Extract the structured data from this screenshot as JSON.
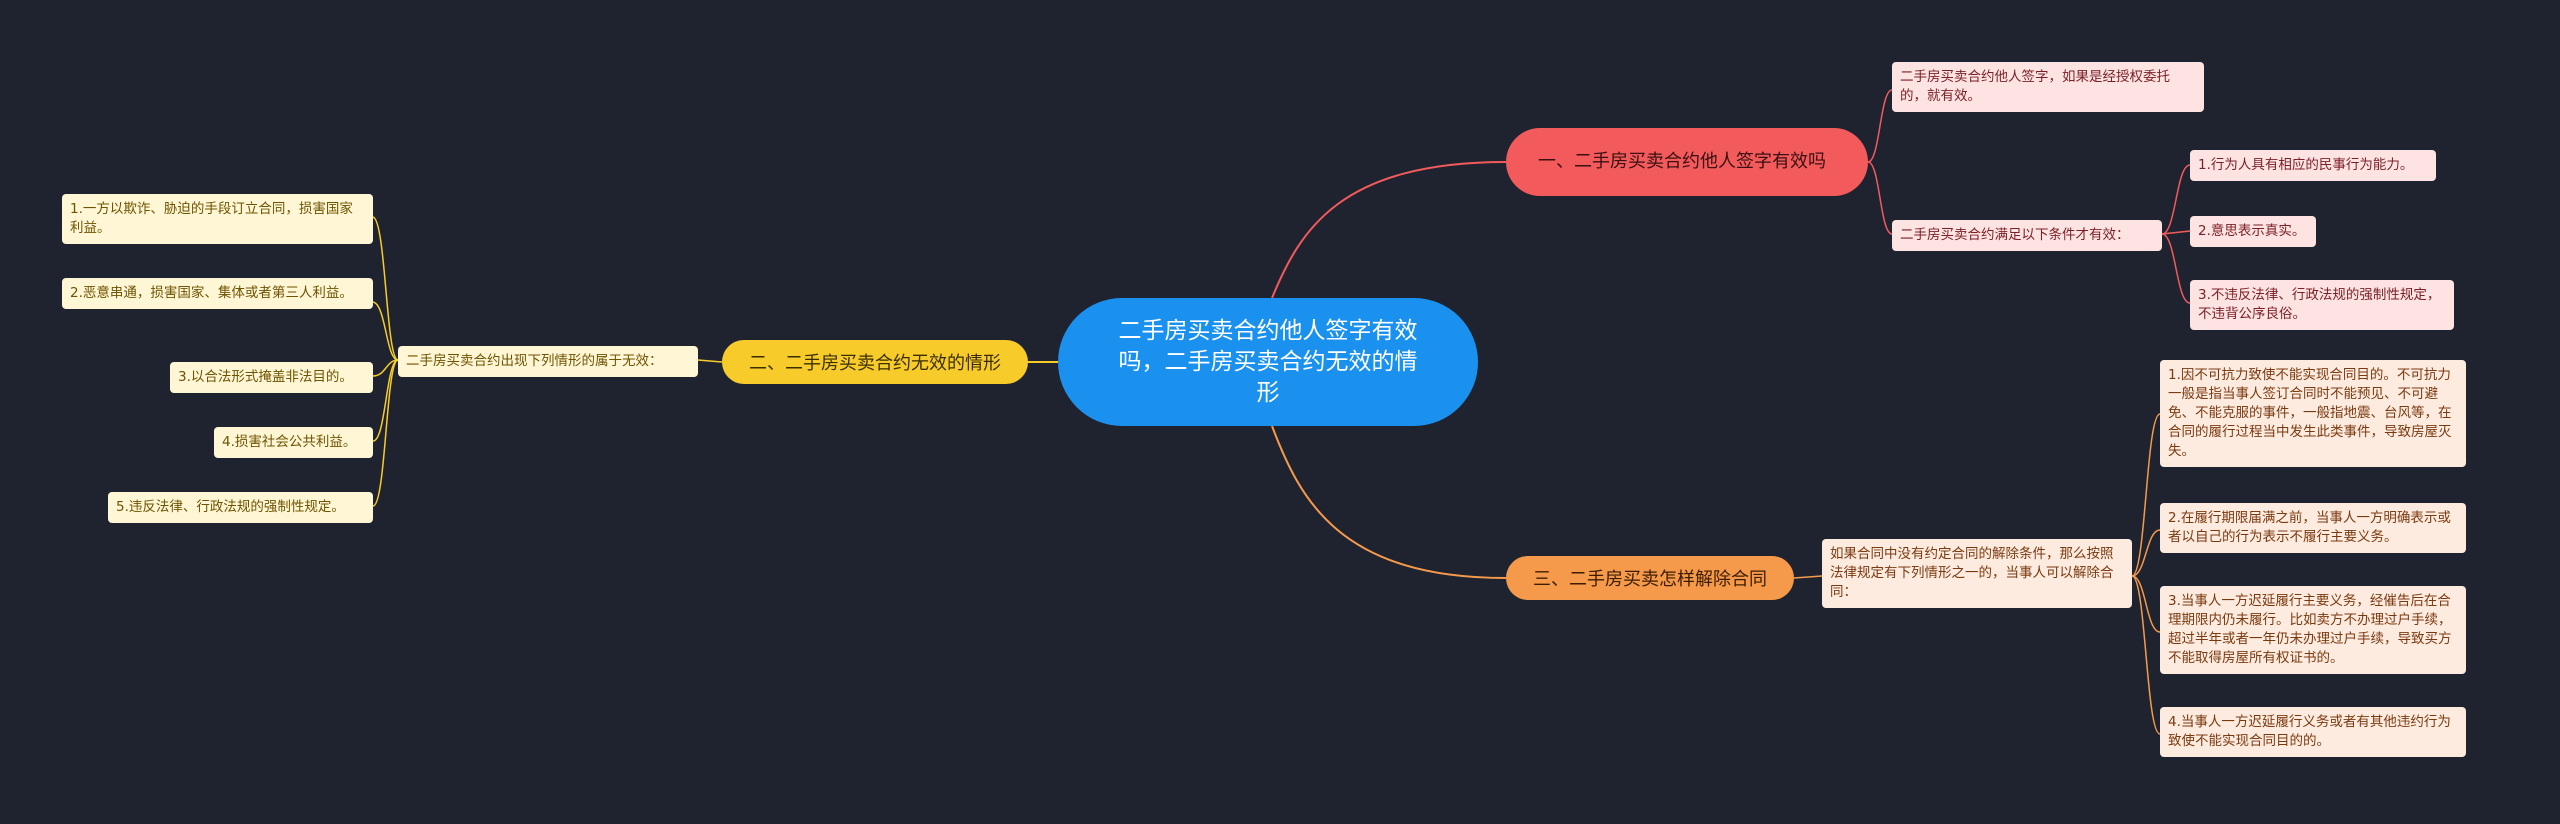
{
  "center": {
    "title": "二手房买卖合约他人签字有效吗，二手房买卖合约无效的情形"
  },
  "branch1": {
    "title": "一、二手房买卖合约他人签字有效吗",
    "child1": "二手房买卖合约他人签字，如果是经授权委托的，就有效。",
    "child2": "二手房买卖合约满足以下条件才有效：",
    "conditions": [
      "1.行为人具有相应的民事行为能力。",
      "2.意思表示真实。",
      "3.不违反法律、行政法规的强制性规定，不违背公序良俗。"
    ]
  },
  "branch2": {
    "title": "二、二手房买卖合约无效的情形",
    "child": "二手房买卖合约出现下列情形的属于无效：",
    "cases": [
      "1.一方以欺诈、胁迫的手段订立合同，损害国家利益。",
      "2.恶意串通，损害国家、集体或者第三人利益。",
      "3.以合法形式掩盖非法目的。",
      "4.损害社会公共利益。",
      "5.违反法律、行政法规的强制性规定。"
    ]
  },
  "branch3": {
    "title": "三、二手房买卖怎样解除合同",
    "child": "如果合同中没有约定合同的解除条件，那么按照法律规定有下列情形之一的，当事人可以解除合同：",
    "cases": [
      "1.因不可抗力致使不能实现合同目的。不可抗力一般是指当事人签订合同时不能预见、不可避免、不能克服的事件，一般指地震、台风等，在合同的履行过程当中发生此类事件，导致房屋灭失。",
      "2.在履行期限届满之前，当事人一方明确表示或者以自己的行为表示不履行主要义务。",
      "3.当事人一方迟延履行主要义务，经催告后在合理期限内仍未履行。比如卖方不办理过户手续，超过半年或者一年仍未办理过户手续，导致买方不能取得房屋所有权证书的。",
      "4.当事人一方迟延履行义务或者有其他违约行为致使不能实现合同目的的。"
    ]
  },
  "colors": {
    "background": "#1f2330",
    "center": "#1b91ef",
    "branch1": "#f25a5c",
    "branch2": "#f7cc2a",
    "branch3": "#f59a4b"
  }
}
